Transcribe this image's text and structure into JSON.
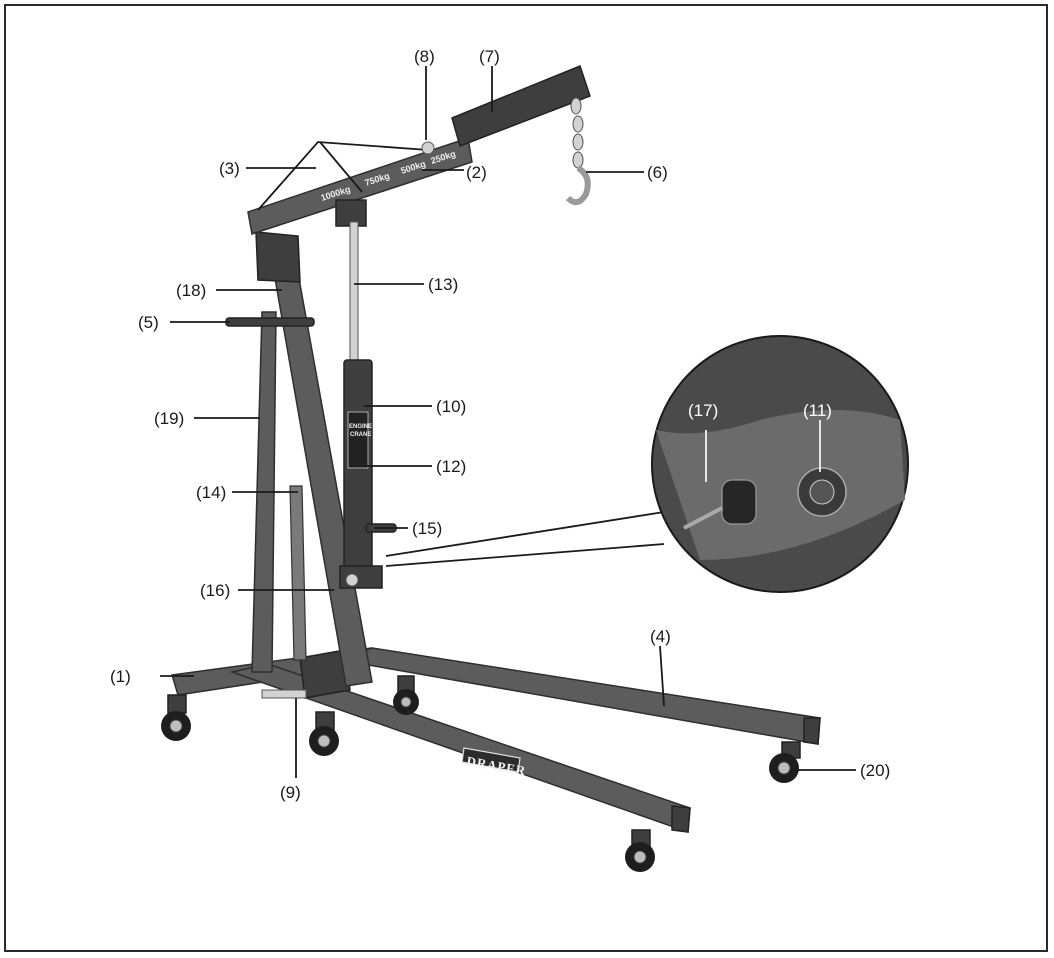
{
  "labels": [
    {
      "id": "1",
      "text": "(1)"
    },
    {
      "id": "2",
      "text": "(2)"
    },
    {
      "id": "3",
      "text": "(3)"
    },
    {
      "id": "4",
      "text": "(4)"
    },
    {
      "id": "5",
      "text": "(5)"
    },
    {
      "id": "6",
      "text": "(6)"
    },
    {
      "id": "7",
      "text": "(7)"
    },
    {
      "id": "8",
      "text": "(8)"
    },
    {
      "id": "9",
      "text": "(9)"
    },
    {
      "id": "10",
      "text": "(10)"
    },
    {
      "id": "11",
      "text": "(11)"
    },
    {
      "id": "12",
      "text": "(12)"
    },
    {
      "id": "13",
      "text": "(13)"
    },
    {
      "id": "14",
      "text": "(14)"
    },
    {
      "id": "15",
      "text": "(15)"
    },
    {
      "id": "16",
      "text": "(16)"
    },
    {
      "id": "17",
      "text": "(17)"
    },
    {
      "id": "18",
      "text": "(18)"
    },
    {
      "id": "19",
      "text": "(19)"
    },
    {
      "id": "20",
      "text": "(20)"
    }
  ],
  "boom_capacity_marks": [
    "1000kg",
    "750kg",
    "500kg",
    "250kg"
  ],
  "ram_decal": {
    "line1": "ENGINE",
    "line2": "CRANE"
  },
  "brand_plate": "DRAPER",
  "colors": {
    "steel": "#5c5c5c",
    "outline": "#1a1a1a",
    "background": "#ffffff"
  }
}
